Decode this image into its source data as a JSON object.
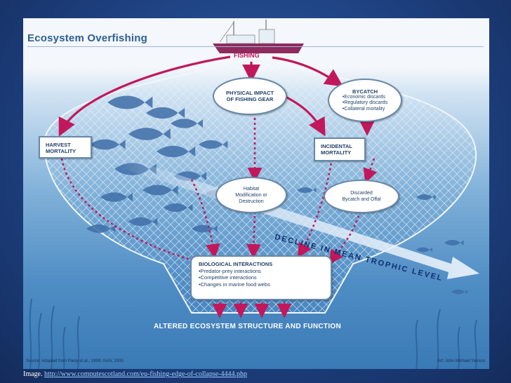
{
  "slide": {
    "caption_prefix": "Image.",
    "caption_link": "http://www.computescotland.com/eu-fishing-edge-of-collapse-4444.php"
  },
  "diagram": {
    "title": "Ecosystem Overfishing",
    "fishing": "FISHING",
    "physical_impact": [
      "PHYSICAL IMPACT",
      "OF FISHING GEAR"
    ],
    "bycatch": {
      "title": "BYCATCH",
      "items": [
        "•Economic discards",
        "•Regulatory discards",
        "•Collateral mortality"
      ]
    },
    "harvest_mortality": [
      "HARVEST",
      "MORTALITY"
    ],
    "incidental_mortality": [
      "INCIDENTAL",
      "MORTALITY"
    ],
    "habitat": [
      "Habitat",
      "Modification or",
      "Destruction"
    ],
    "discarded": [
      "Discarded",
      "Bycatch and Offal"
    ],
    "decline": "DECLINE IN MEAN TROPHIC LEVEL",
    "biological": {
      "title": "BIOLOGICAL INTERACTIONS",
      "items": [
        "•Predator-prey interactions",
        "•Competitive interactions",
        "•Changes in marine food webs"
      ]
    },
    "altered": "ALTERED ECOSYSTEM STRUCTURE AND FUNCTION",
    "source": "Source: Adapted from Pauly et al., 1998; Goñi, 2000.",
    "art": "Art: John Michael Yanson"
  },
  "colors": {
    "arrow": "#c2185b",
    "box_border": "#6a88a8",
    "title": "#2d5f93",
    "fish": "#3f6ea8"
  }
}
